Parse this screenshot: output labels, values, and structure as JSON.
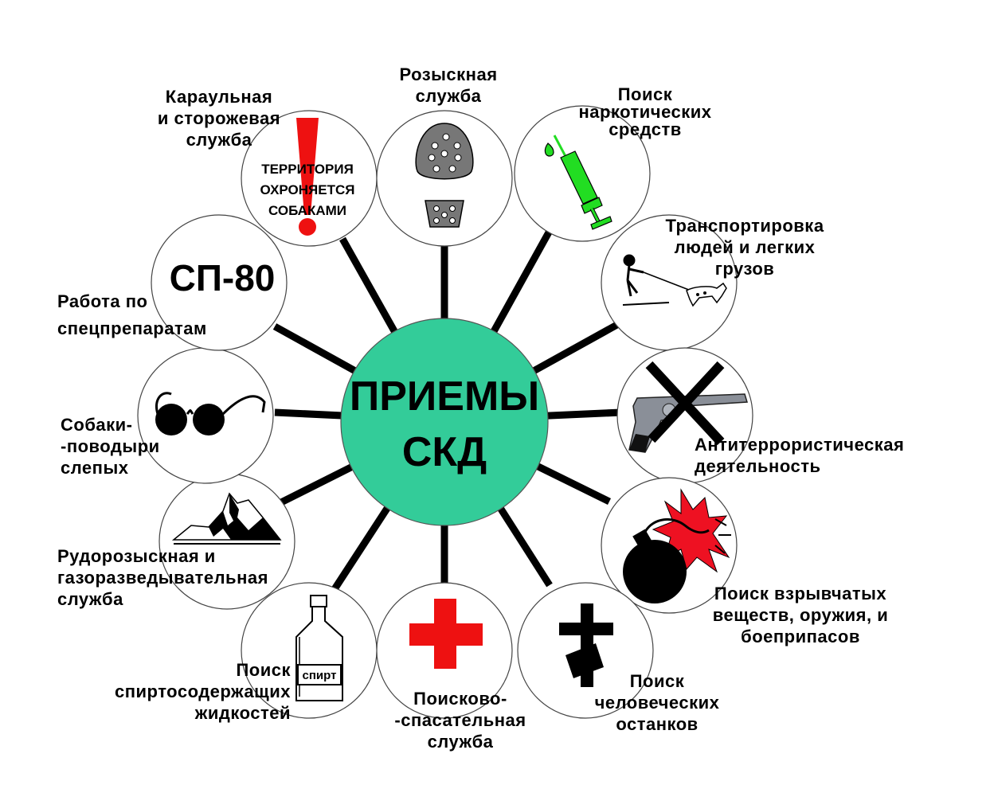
{
  "center": {
    "line1": "ПРИЕМЫ",
    "line2": "СКД",
    "color": "#33cc99"
  },
  "sign": {
    "line1": "ТЕРРИТОРИЯ",
    "line2": "ОХРОНЯЕТСЯ",
    "line3": "СОБАКАМИ"
  },
  "sp_code": "СП-80",
  "bottle_label": "спирт",
  "labels": {
    "guard": "Караульная\nи сторожевая\nслужба",
    "search": "Розыскная\nслужба",
    "drugs": "Поиск\nнаркотических\nсредств",
    "transport": "Транспортировка\nлюдей и легких\nгрузов",
    "antiterror": "Антитеррористическая\nдеятельность",
    "explosives": "Поиск взрывчатых\nвеществ, оружия, и\nбоеприпасов",
    "remains": "Поиск\nчеловеческих\nостанков",
    "rescue": "Поисково-\n-спасательная\nслужба",
    "alcohol": "Поиск\nспиртосодержащих\nжидкостей",
    "ore": "Рудорозыскная и\nгазоразведывательная\nслужба",
    "guide": "Собаки-\n-поводыри\nслепых",
    "special": "Работа по\nспецпрепаратам"
  },
  "colors": {
    "exclamation": "#ee1111",
    "cross": "#ee1111",
    "syringe": "#22dd22",
    "burst": "#ee1122"
  }
}
